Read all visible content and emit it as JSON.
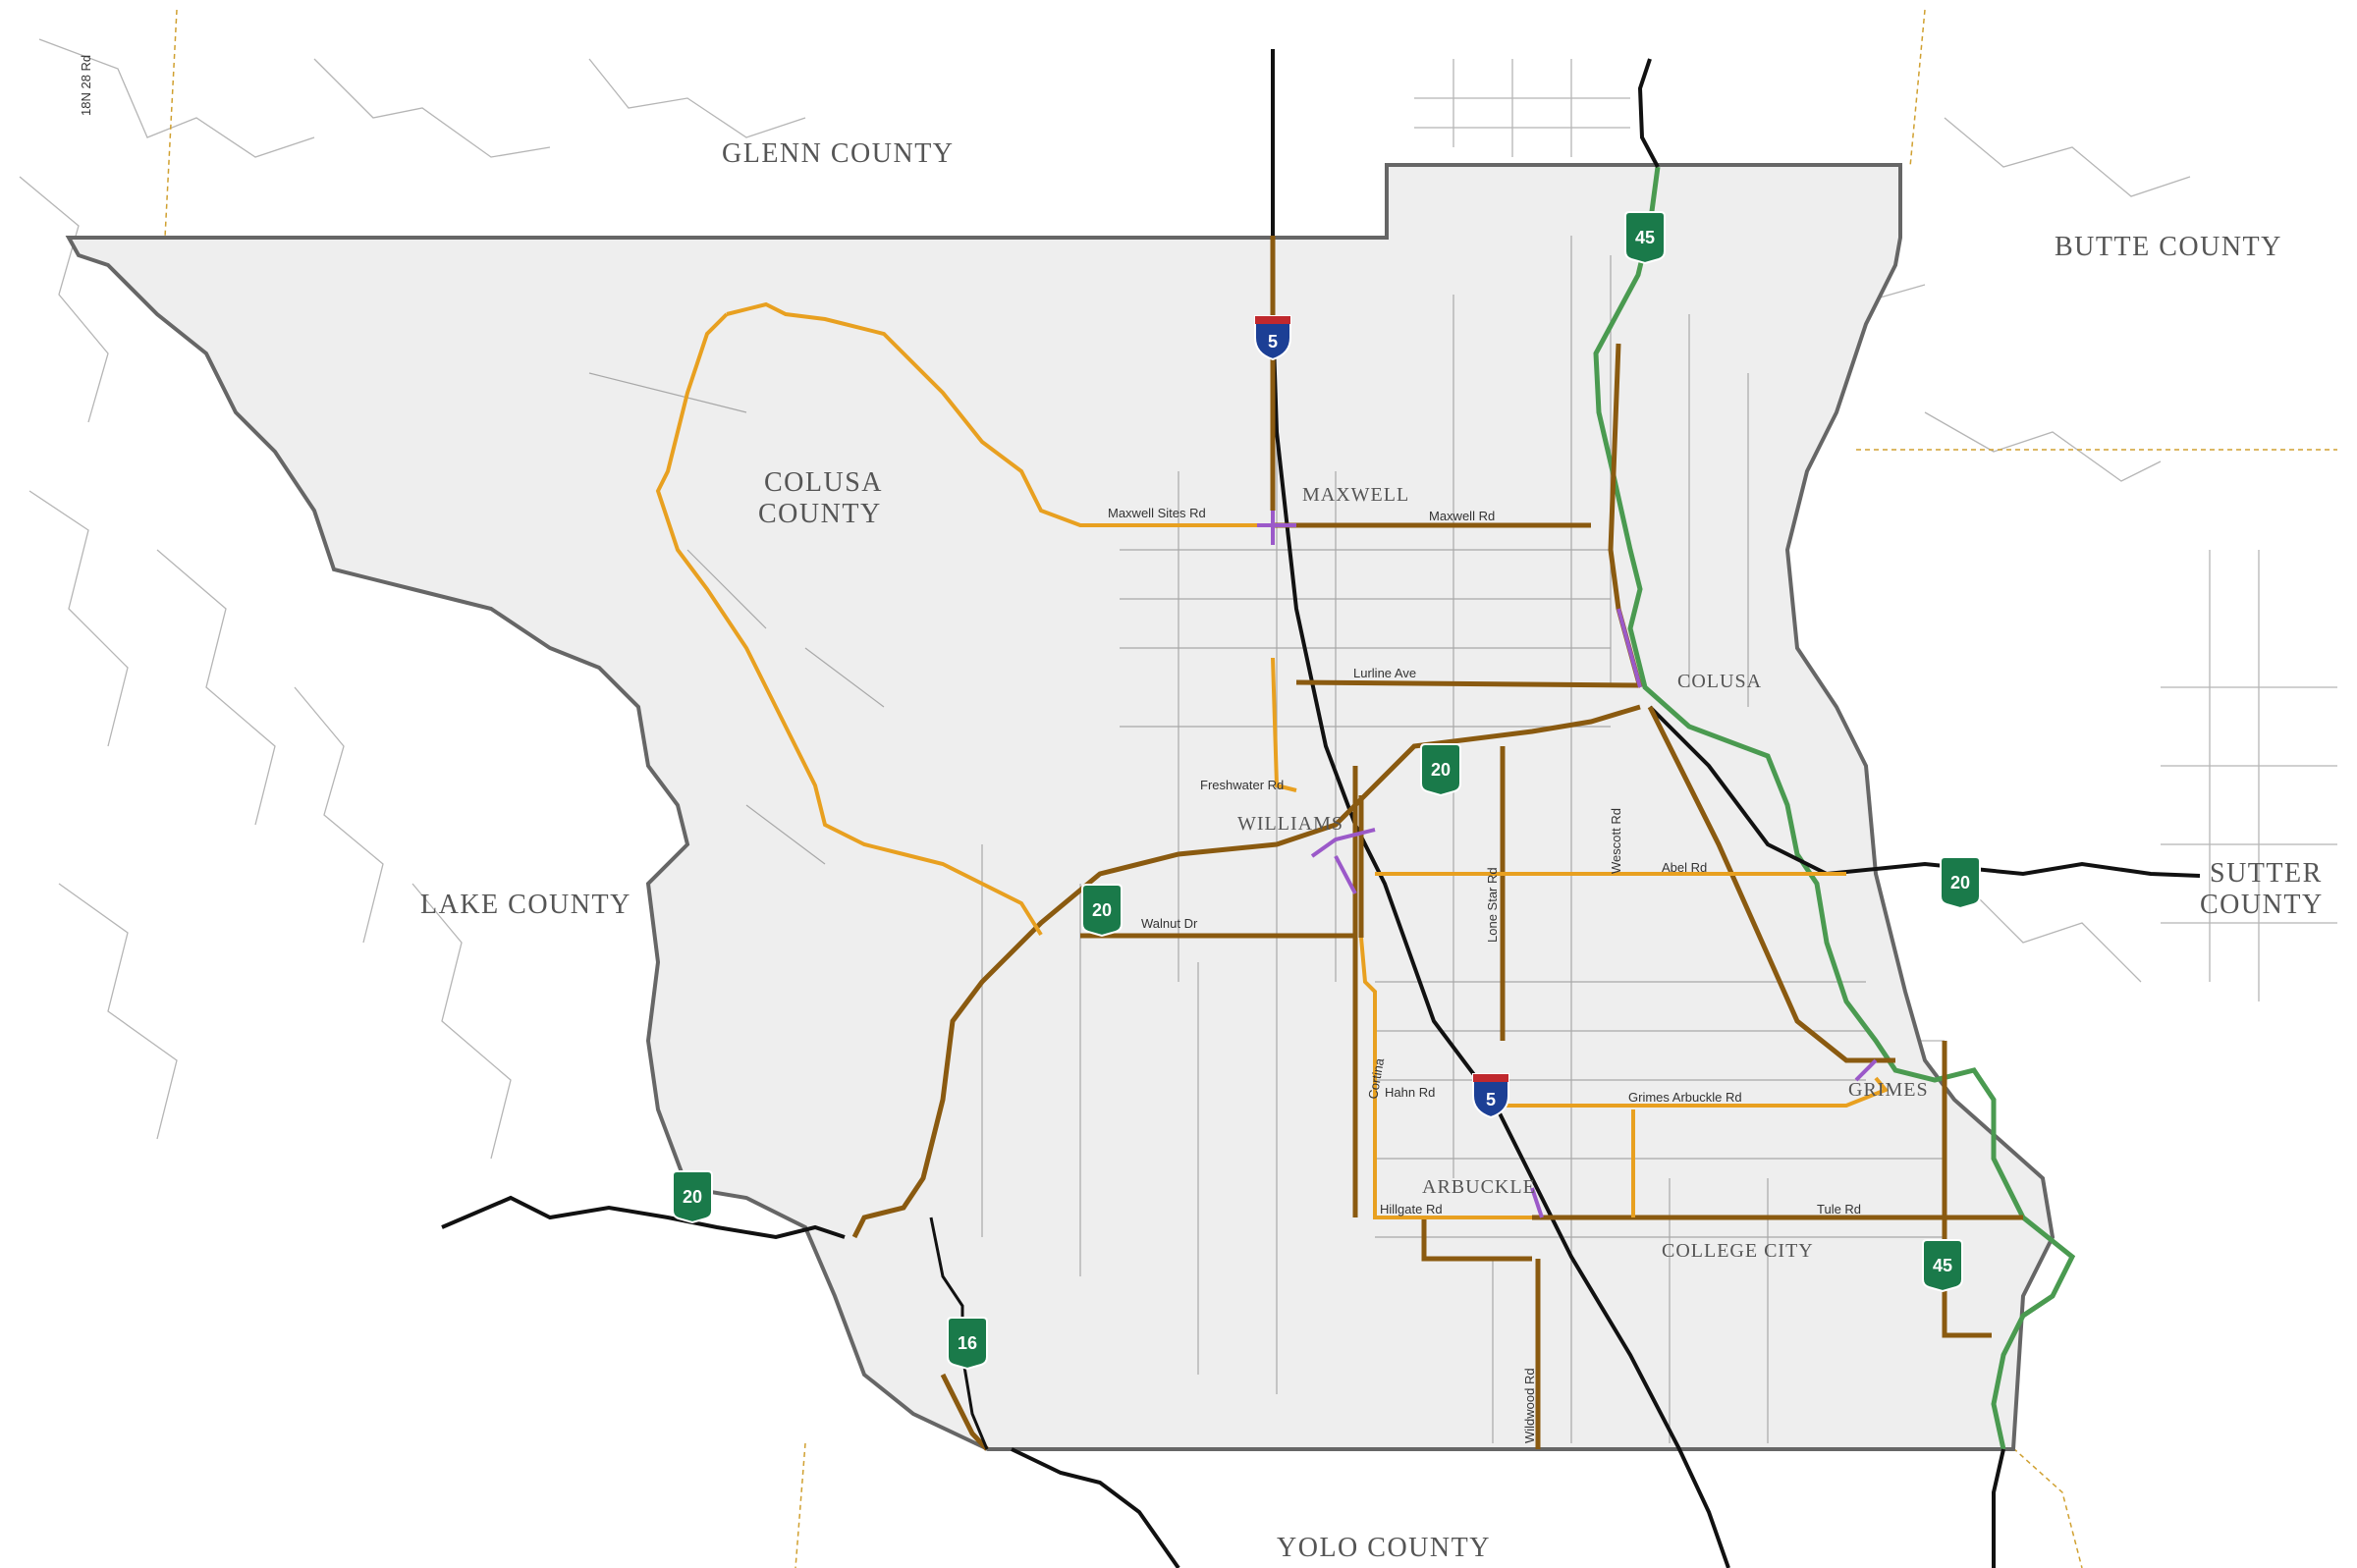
{
  "counties": {
    "glenn": "GLENN COUNTY",
    "butte": "BUTTE COUNTY",
    "colusa_line1": "COLUSA",
    "colusa_line2": "COUNTY",
    "lake": "LAKE COUNTY",
    "sutter_line1": "SUTTER",
    "sutter_line2": "COUNTY",
    "yolo": "YOLO COUNTY"
  },
  "towns": {
    "maxwell": "MAXWELL",
    "colusa": "COLUSA",
    "williams": "WILLIAMS",
    "arbuckle": "ARBUCKLE",
    "grimes": "GRIMES",
    "college_city": "COLLEGE CITY"
  },
  "roads": {
    "maxwell_sites": "Maxwell Sites Rd",
    "maxwell": "Maxwell Rd",
    "lurline": "Lurline Ave",
    "freshwater": "Freshwater Rd",
    "walnut": "Walnut Dr",
    "abel": "Abel Rd",
    "lone_star": "Lone Star Rd",
    "wescott": "Wescott Rd",
    "hahn": "Hahn Rd",
    "cortina": "Cortina",
    "grimes_arbuckle": "Grimes Arbuckle Rd",
    "hillgate": "Hillgate Rd",
    "tule": "Tule Rd",
    "wildwood": "Wildwood Rd",
    "corner": "18N 28 Rd"
  },
  "shields": {
    "i5_north": "5",
    "i5_south": "5",
    "sr45_north": "45",
    "sr45_south": "45",
    "sr20_east": "20",
    "sr20_central": "20",
    "sr20_west": "20",
    "sr20_far_west": "20",
    "sr16": "16"
  },
  "colors": {
    "county_fill": "#eeeeee",
    "county_border": "#666666",
    "orange_route": "#e8a020",
    "brown_route": "#8a5a10",
    "highway": "#111111",
    "river_green": "#4a9a50",
    "purple_segment": "#9b59c9",
    "state_shield": "#1a7a4a",
    "interstate_shield": "#1c3f95"
  }
}
